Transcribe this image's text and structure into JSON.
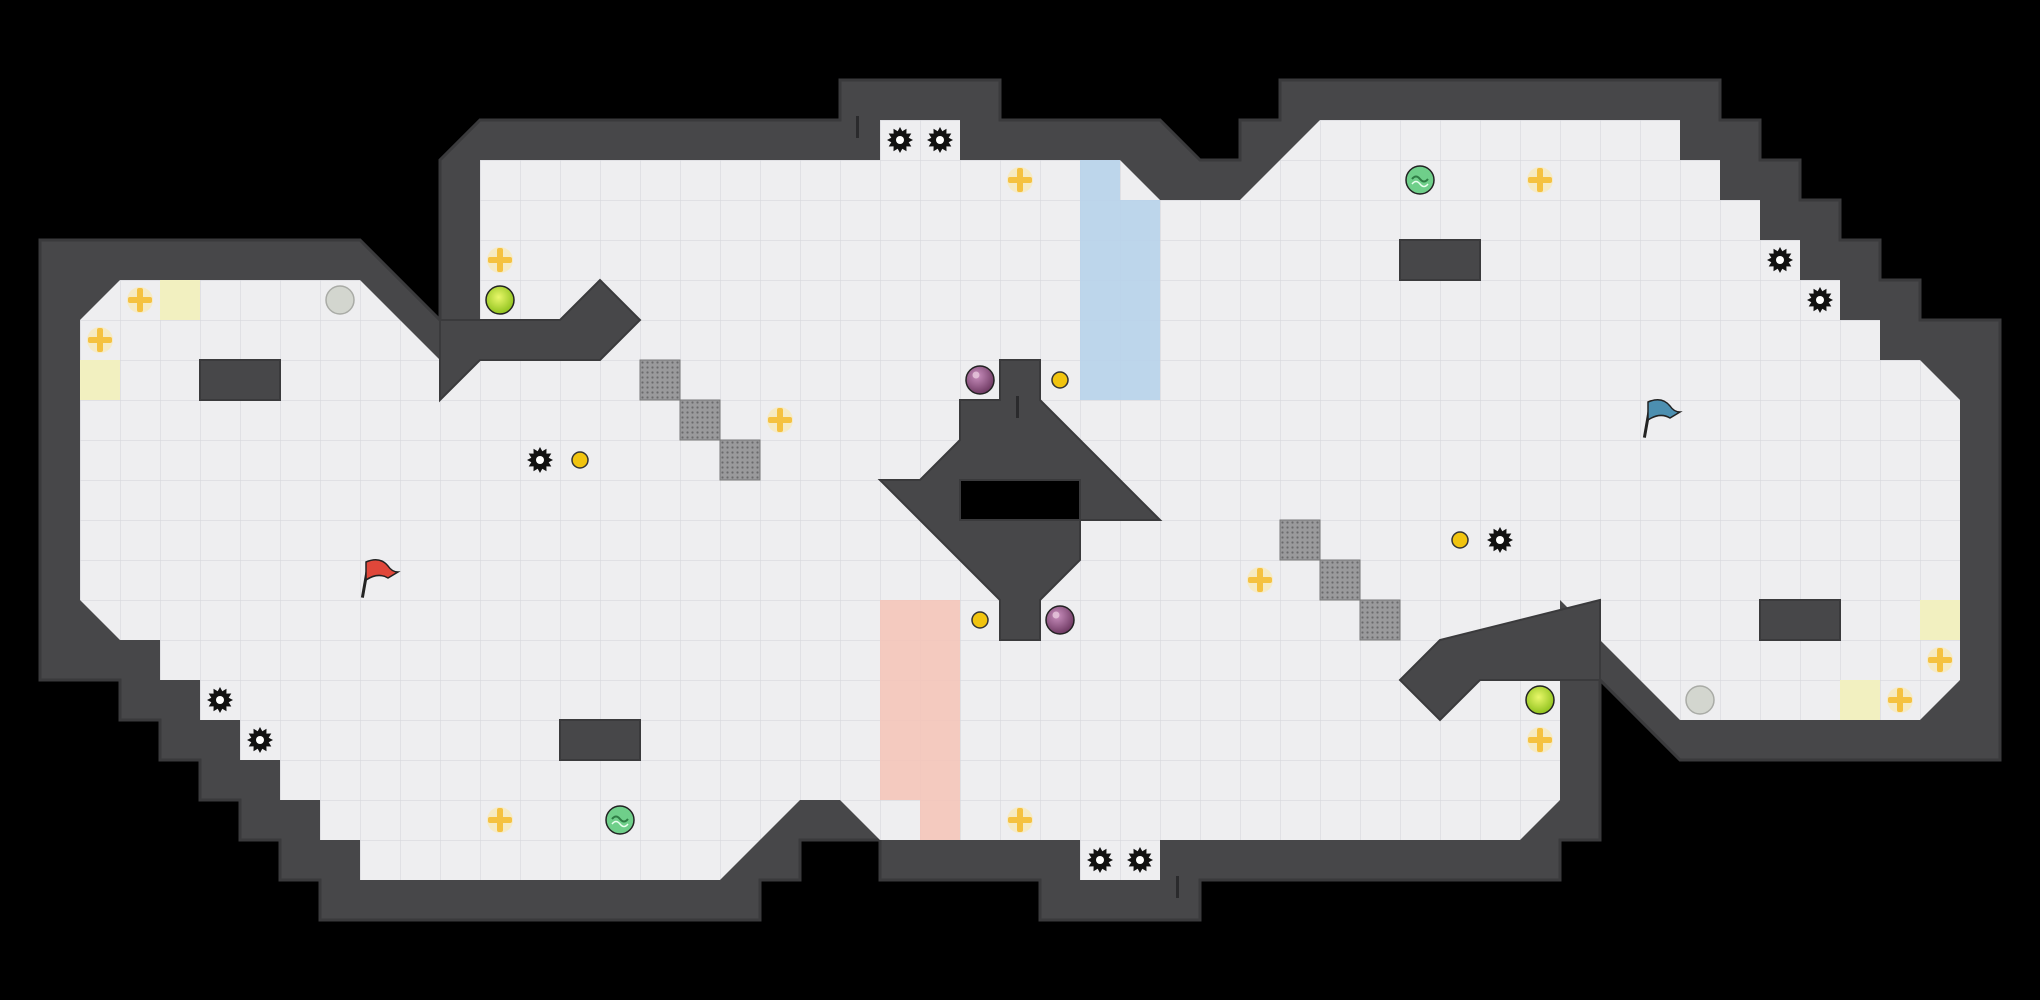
{
  "game": {
    "type": "top-down capture-the-flag arena",
    "colors": {
      "background": "#000000",
      "floor": "#eeeef0",
      "grid_line": "#d7d8dc",
      "wall": "#474749",
      "wall_edge": "#3a3a3c",
      "red_zone": "#f3c7bc",
      "blue_zone": "#b9d4ea",
      "yellow_tile": "#f2f0c0",
      "boost": "#f5c242",
      "spike": "#111111",
      "bomb": "#8c4e7a",
      "powerup": "#bde33a",
      "portal_green": "#6fcf8a",
      "button": "#f1c40f",
      "vent_tile": "#8a8a8c",
      "red_flag": "#e0473a",
      "blue_flag": "#4c8fb0"
    },
    "entities": {
      "red_flag": {
        "name": "red-flag",
        "icon": "red-flag-icon"
      },
      "blue_flag": {
        "name": "blue-flag",
        "icon": "blue-flag-icon"
      },
      "boost_icon": "boost-icon",
      "spike_icon": "spike-icon",
      "bomb_icon": "bomb-icon",
      "powerup_icon": "powerup-icon",
      "portal_icon": "portal-icon",
      "button_icon": "button-icon",
      "vent_icon": "vent-tile-icon"
    }
  }
}
